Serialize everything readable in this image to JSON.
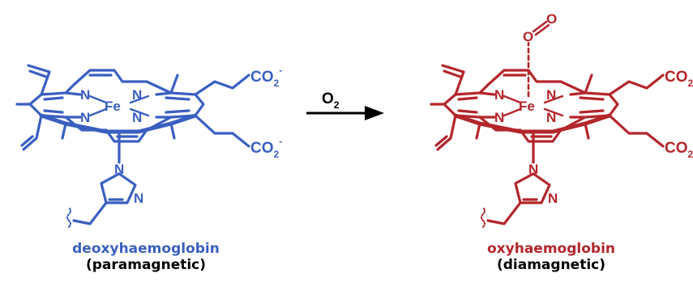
{
  "colors": {
    "deoxy": "#3a5fc1",
    "oxy": "#b3262b",
    "arrow": "#000000"
  },
  "reaction": {
    "reagent": "O",
    "reagent_sub": "2"
  },
  "deoxy": {
    "metal": "Fe",
    "pyrrole_n": [
      "N",
      "N",
      "N",
      "N"
    ],
    "imidazole_n": [
      "N",
      "N"
    ],
    "propionate": [
      "CO",
      "CO"
    ],
    "propionate_sub": "2",
    "propionate_charge": "-",
    "name": "deoxyhaemoglobin",
    "state": "(paramagnetic)"
  },
  "oxy": {
    "metal": "Fe",
    "pyrrole_n": [
      "N",
      "N",
      "N",
      "N"
    ],
    "imidazole_n": [
      "N",
      "N"
    ],
    "propionate": [
      "CO",
      "CO"
    ],
    "propionate_sub": "2",
    "propionate_charge": "-",
    "ligand_atoms": [
      "O",
      "O"
    ],
    "name": "oxyhaemoglobin",
    "state": "(diamagnetic)"
  }
}
